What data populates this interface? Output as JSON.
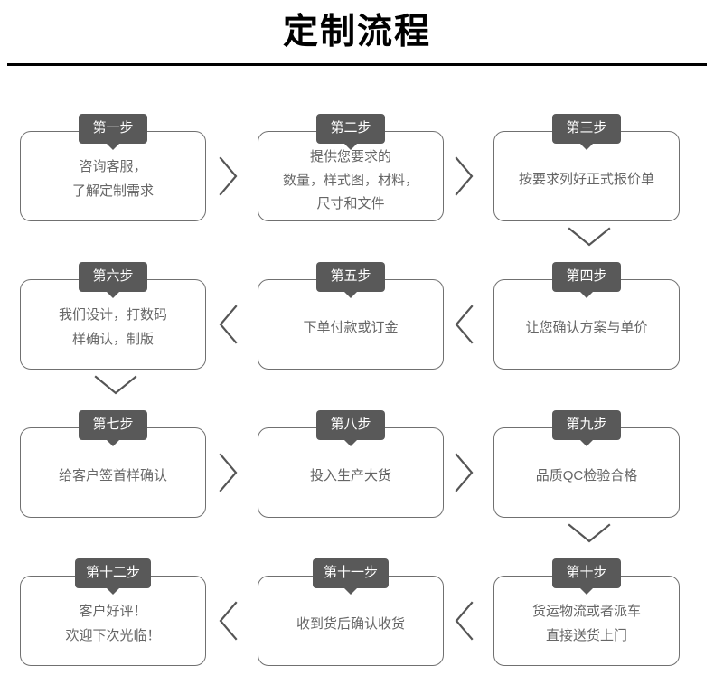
{
  "header": {
    "title": "定制流程"
  },
  "flow": {
    "tag_color": "#595959",
    "box_border_color": "#707070",
    "body_text_color": "#666666",
    "rows": [
      {
        "direction": "right",
        "steps": [
          {
            "tag": "第一步",
            "lines": [
              "咨询客服，",
              "了解定制需求"
            ]
          },
          {
            "tag": "第二步",
            "lines": [
              "提供您要求的",
              "数量，样式图，材料，",
              "尺寸和文件"
            ]
          },
          {
            "tag": "第三步",
            "lines": [
              "按要求列好正式报价单"
            ]
          }
        ]
      },
      {
        "direction": "left",
        "steps": [
          {
            "tag": "第六步",
            "lines": [
              "我们设计，打数码",
              "样确认，制版"
            ]
          },
          {
            "tag": "第五步",
            "lines": [
              "下单付款或订金"
            ]
          },
          {
            "tag": "第四步",
            "lines": [
              "让您确认方案与单价"
            ]
          }
        ]
      },
      {
        "direction": "right",
        "steps": [
          {
            "tag": "第七步",
            "lines": [
              "给客户签首样确认"
            ]
          },
          {
            "tag": "第八步",
            "lines": [
              "投入生产大货"
            ]
          },
          {
            "tag": "第九步",
            "lines": [
              "品质QC检验合格"
            ]
          }
        ]
      },
      {
        "direction": "left",
        "steps": [
          {
            "tag": "第十二步",
            "lines": [
              "客户好评！",
              "欢迎下次光临！"
            ]
          },
          {
            "tag": "第十一步",
            "lines": [
              "收到货后确认收货"
            ]
          },
          {
            "tag": "第十步",
            "lines": [
              "货运物流或者派车",
              "直接送货上门"
            ]
          }
        ]
      }
    ]
  }
}
